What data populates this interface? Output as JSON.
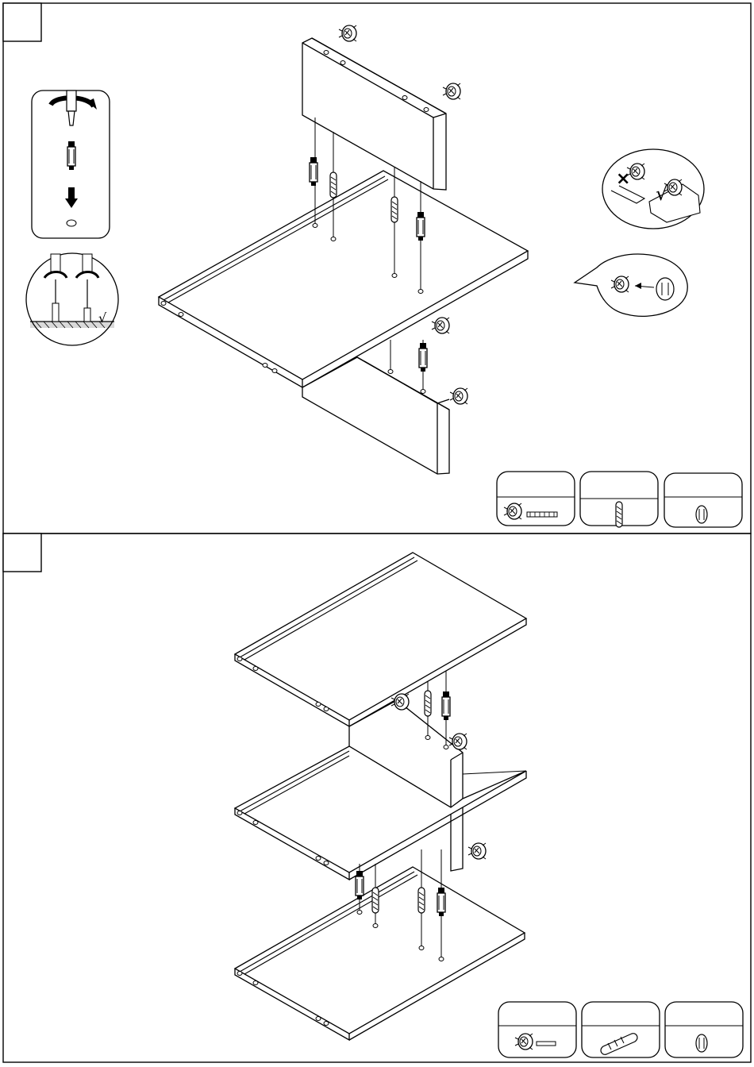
{
  "page": {
    "background": "#ffffff",
    "stroke": "#000000"
  },
  "steps": [
    {
      "number": "",
      "insets": [
        {
          "name": "screwdriver-cam-bolt-inset",
          "icon": "screwdriver-icon"
        },
        {
          "name": "cam-bolt-depth-check-inset",
          "mark": "√"
        },
        {
          "name": "cam-lock-orientation-inset",
          "wrong_mark": "×",
          "right_mark": "√"
        },
        {
          "name": "cam-lock-insert-inset",
          "icon": "cam-lock-icon"
        }
      ],
      "parts": [
        {
          "name": "cam-lock-and-bolt-part",
          "icon": "cam-lock-icon"
        },
        {
          "name": "wood-dowel-part",
          "icon": "dowel-icon"
        },
        {
          "name": "cap-cover-part",
          "icon": "cover-cap-icon"
        }
      ]
    },
    {
      "number": "",
      "parts": [
        {
          "name": "cam-lock-and-bolt-part",
          "icon": "cam-lock-icon"
        },
        {
          "name": "wood-dowel-part",
          "icon": "dowel-icon"
        },
        {
          "name": "cap-cover-part",
          "icon": "cover-cap-icon"
        }
      ]
    }
  ]
}
